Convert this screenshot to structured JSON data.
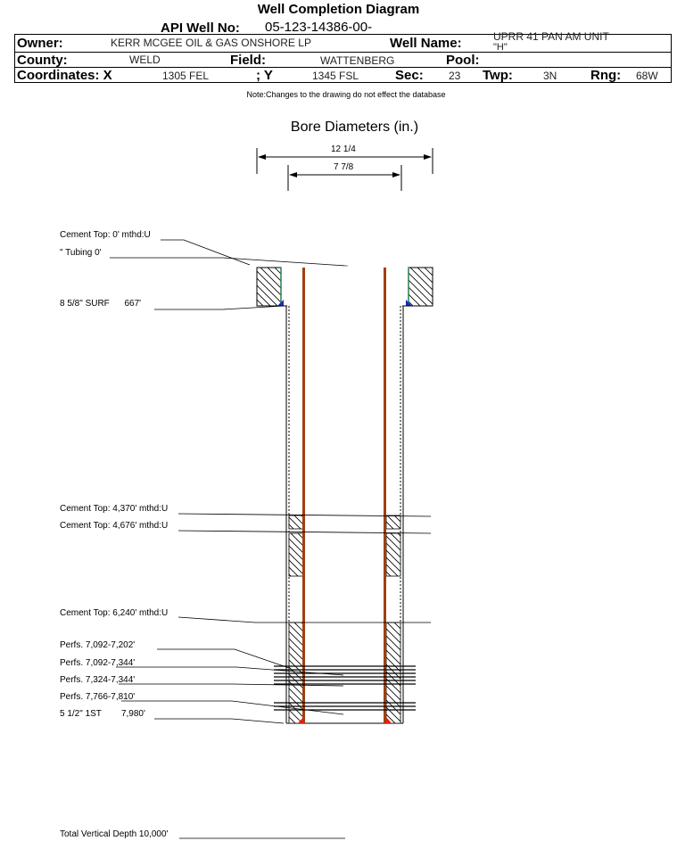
{
  "header": {
    "title": "Well Completion Diagram",
    "api_label": "API Well No:",
    "api_value": "05-123-14386-00-",
    "owner_label": "Owner:",
    "owner_value": "KERR MCGEE OIL & GAS ONSHORE LP",
    "wellname_label": "Well Name:",
    "wellname_value_1": "UPRR 41 PAN AM UNIT",
    "wellname_value_2": "\"H\"",
    "county_label": "County:",
    "county_value": "WELD",
    "field_label": "Field:",
    "field_value": "WATTENBERG",
    "pool_label": "Pool:",
    "pool_value": "",
    "coordx_label": "Coordinates: X",
    "coordx_value": "1305 FEL",
    "coordy_label": "; Y",
    "coordy_value": "1345 FSL",
    "sec_label": "Sec:",
    "sec_value": "23",
    "twp_label": "Twp:",
    "twp_value": "3N",
    "rng_label": "Rng:",
    "rng_value": "68W"
  },
  "note": "Note:Changes to the drawing do not effect the database",
  "bore": {
    "title": "Bore Diameters (in.)",
    "outer_label": "12 1/4",
    "inner_label": "7 7/8"
  },
  "annotations": {
    "cement_top_0": "Cement Top: 0' mthd:U",
    "tubing": "\" Tubing 0'",
    "surf_casing": "8 5/8\" SURF      667'",
    "cement_top_4370": "Cement Top: 4,370' mthd:U",
    "cement_top_4676": "Cement Top: 4,676' mthd:U",
    "cement_top_6240": "Cement Top: 6,240' mthd:U",
    "perfs_1": "Perfs. 7,092-7,202'",
    "perfs_2": "Perfs. 7,092-7,344'",
    "perfs_3": "Perfs. 7,324-7,344'",
    "perfs_4": "Perfs. 7,766-7,810'",
    "prod_casing": "5 1/2\" 1ST        7,980'",
    "tvd": "Total Vertical Depth 10,000'"
  },
  "colors": {
    "tubing": "#a0400f",
    "surface_cement_edge": "#2e7d4f",
    "blue_marker": "#1030c0",
    "red_marker": "#e02010"
  }
}
